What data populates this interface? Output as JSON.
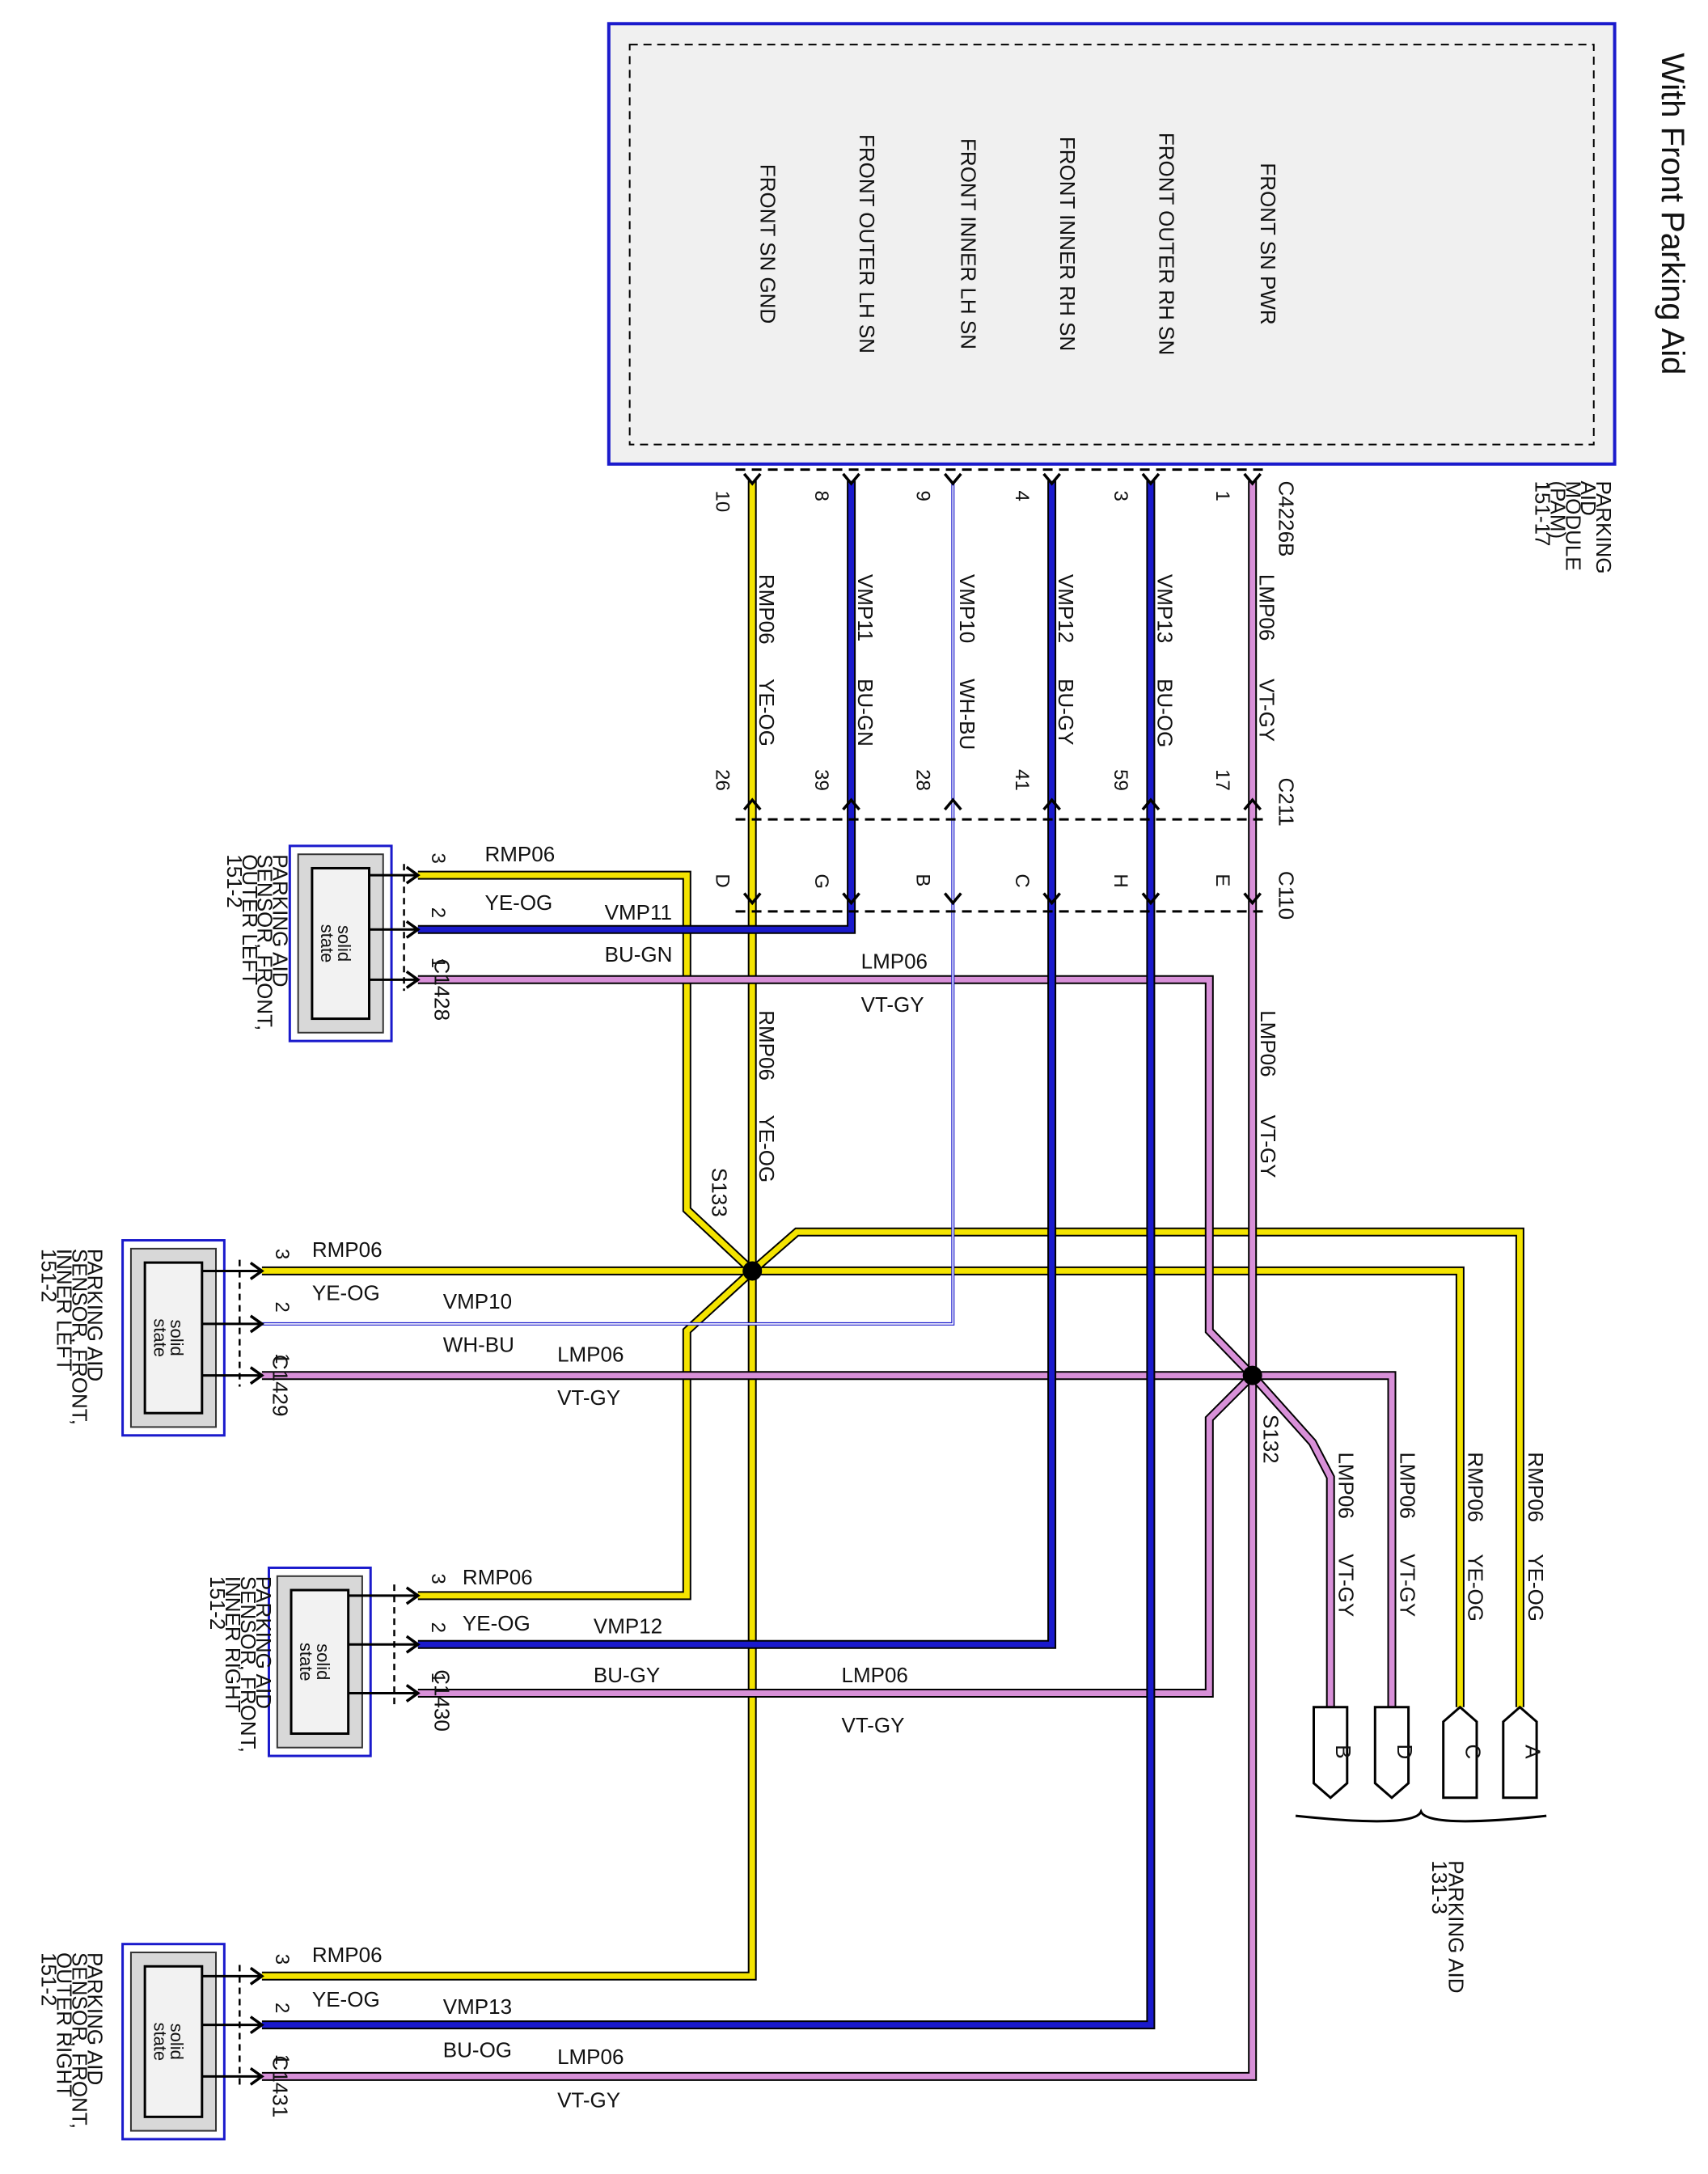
{
  "title": "With Front Parking Aid",
  "colors": {
    "yellow": "#f4e400",
    "blue": "#1a1acc",
    "violet": "#d890d8",
    "white": "#ffffff",
    "outline": "#000000",
    "module_border": "#1a1acc",
    "module_fill": "#f0f0f0"
  },
  "module": {
    "name": [
      "PARKING",
      "AID",
      "MODULE",
      "(PAM)",
      "151-17"
    ],
    "pins": [
      {
        "label": "FRONT SN GND",
        "pin": "10"
      },
      {
        "label": "FRONT OUTER LH SN",
        "pin": "8"
      },
      {
        "label": "FRONT INNER LH SN",
        "pin": "9"
      },
      {
        "label": "FRONT INNER RH SN",
        "pin": "4"
      },
      {
        "label": "FRONT OUTER RH SN",
        "pin": "3"
      },
      {
        "label": "FRONT SN PWR",
        "pin": "1"
      }
    ]
  },
  "connectors": {
    "c4226b": "C4226B",
    "c211": "C211",
    "c110": "C110",
    "c211_pins": [
      "26",
      "39",
      "28",
      "41",
      "59",
      "17"
    ],
    "c110_pins": [
      "D",
      "G",
      "B",
      "C",
      "H",
      "E"
    ]
  },
  "trunk_wires": [
    {
      "circuit": "RMP06",
      "color": "YE-OG"
    },
    {
      "circuit": "VMP11",
      "color": "BU-GN"
    },
    {
      "circuit": "VMP10",
      "color": "WH-BU"
    },
    {
      "circuit": "VMP12",
      "color": "BU-GY"
    },
    {
      "circuit": "VMP13",
      "color": "BU-OG"
    },
    {
      "circuit": "LMP06",
      "color": "VT-GY"
    }
  ],
  "lower_labels": {
    "rmp_circuit": "RMP06",
    "rmp_color": "YE-OG",
    "lmp_circuit": "LMP06",
    "lmp_color": "VT-GY"
  },
  "splices": {
    "s133": "S133",
    "s132": "S132"
  },
  "sensors": [
    {
      "name": [
        "PARKING AID",
        "SENSOR, FRONT,",
        "OUTER LEFT",
        "151-2"
      ],
      "connector": "C1428",
      "solid_state": [
        "solid",
        "state"
      ],
      "w3": [
        "3",
        "RMP06",
        "YE-OG"
      ],
      "w2": [
        "2",
        "VMP11",
        "BU-GN"
      ],
      "w1": [
        "1",
        "LMP06",
        "VT-GY"
      ]
    },
    {
      "name": [
        "PARKING AID",
        "SENSOR, FRONT,",
        "INNER LEFT",
        "151-2"
      ],
      "connector": "C1429",
      "solid_state": [
        "solid",
        "state"
      ],
      "w3": [
        "3",
        "RMP06",
        "YE-OG"
      ],
      "w2": [
        "2",
        "VMP10",
        "WH-BU"
      ],
      "w1": [
        "1",
        "LMP06",
        "VT-GY"
      ]
    },
    {
      "name": [
        "PARKING AID",
        "SENSOR, FRONT,",
        "INNER RIGHT",
        "151-2"
      ],
      "connector": "C1430",
      "solid_state": [
        "solid",
        "state"
      ],
      "w3": [
        "3",
        "RMP06",
        "YE-OG"
      ],
      "w2": [
        "2",
        "VMP12",
        "BU-GY"
      ],
      "w1": [
        "1",
        "LMP06",
        "VT-GY"
      ]
    },
    {
      "name": [
        "PARKING AID",
        "SENSOR, FRONT,",
        "OUTER RIGHT",
        "151-2"
      ],
      "connector": "C1431",
      "solid_state": [
        "solid",
        "state"
      ],
      "w3": [
        "3",
        "RMP06",
        "YE-OG"
      ],
      "w2": [
        "2",
        "VMP13",
        "BU-OG"
      ],
      "w1": [
        "1",
        "LMP06",
        "VT-GY"
      ]
    }
  ],
  "right_branches": [
    {
      "circuit": "LMP06",
      "color": "VT-GY",
      "tag": "B"
    },
    {
      "circuit": "LMP06",
      "color": "VT-GY",
      "tag": "D"
    },
    {
      "circuit": "RMP06",
      "color": "YE-OG",
      "tag": "C"
    },
    {
      "circuit": "RMP06",
      "color": "YE-OG",
      "tag": "A"
    }
  ],
  "ref": {
    "lines": [
      "PARKING AID",
      "131-3"
    ]
  }
}
